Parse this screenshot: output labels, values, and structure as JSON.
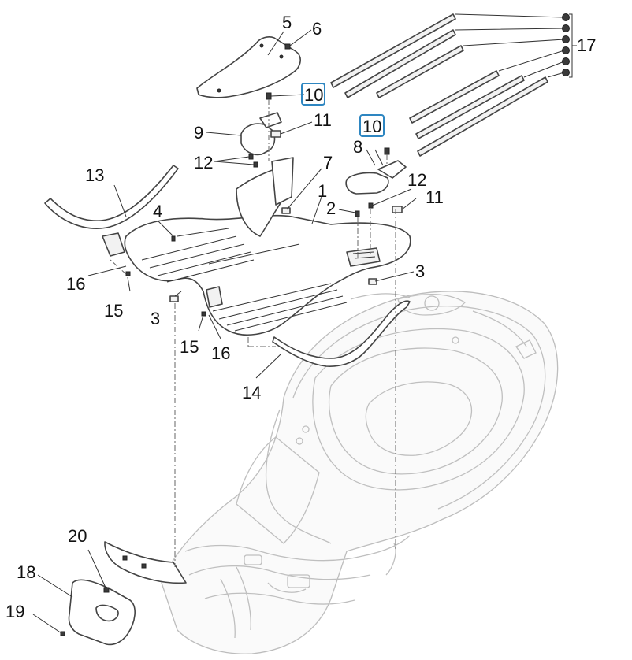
{
  "diagram": {
    "callouts": {
      "c1": "1",
      "c2": "2",
      "c3a": "3",
      "c3b": "3",
      "c4": "4",
      "c5": "5",
      "c6": "6",
      "c7": "7",
      "c8": "8",
      "c9": "9",
      "c10a": "10",
      "c10b": "10",
      "c11a": "11",
      "c11b": "11",
      "c12a": "12",
      "c12b": "12",
      "c13": "13",
      "c14": "14",
      "c15a": "15",
      "c15b": "15",
      "c16a": "16",
      "c16b": "16",
      "c17": "17",
      "c18": "18",
      "c19": "19",
      "c20": "20"
    },
    "highlight_color": "#2e86c1"
  }
}
